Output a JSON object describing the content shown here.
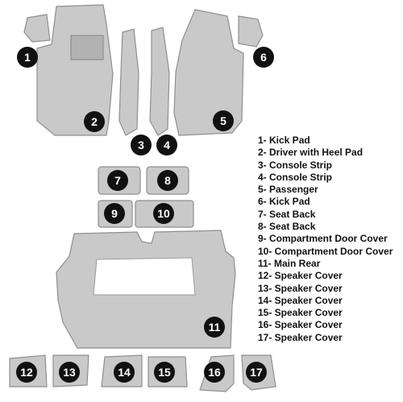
{
  "parts": [
    {
      "number": "1",
      "label": "1- Kick Pad"
    },
    {
      "number": "2",
      "label": "2- Driver with Heel Pad"
    },
    {
      "number": "3",
      "label": "3- Console Strip"
    },
    {
      "number": "4",
      "label": "4- Console Strip"
    },
    {
      "number": "5",
      "label": "5- Passenger"
    },
    {
      "number": "6",
      "label": "6- Kick Pad"
    },
    {
      "number": "7",
      "label": "7- Seat Back"
    },
    {
      "number": "8",
      "label": "8- Seat Back"
    },
    {
      "number": "9",
      "label": "9- Compartment Door Cover"
    },
    {
      "number": "10",
      "label": "10- Compartment Door Cover"
    },
    {
      "number": "11",
      "label": "11- Main Rear"
    },
    {
      "number": "12",
      "label": "12- Speaker Cover"
    },
    {
      "number": "13",
      "label": "13- Speaker Cover"
    },
    {
      "number": "14",
      "label": "14- Speaker Cover"
    },
    {
      "number": "15",
      "label": "15- Speaker Cover"
    },
    {
      "number": "16",
      "label": "16- Speaker Cover"
    },
    {
      "number": "17",
      "label": "17- Speaker Cover"
    }
  ],
  "colors": {
    "carpet": "#c9c9c9",
    "badge": "#111111",
    "badge_text": "#ffffff"
  }
}
